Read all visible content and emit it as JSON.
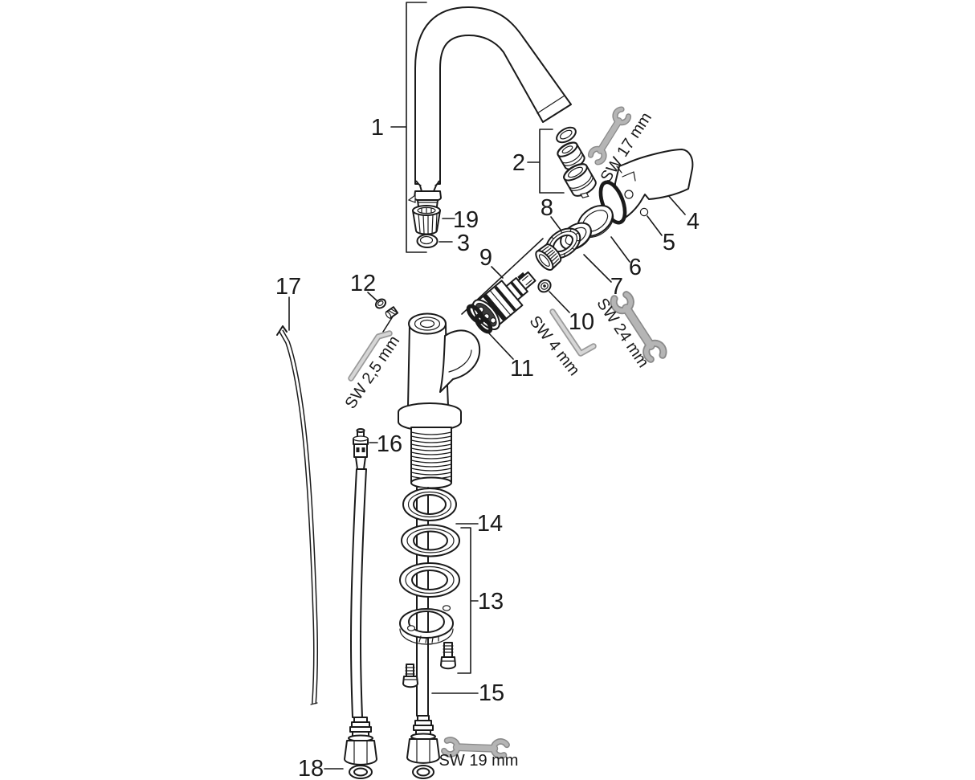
{
  "diagram": {
    "type": "exploded-parts-diagram",
    "background": "#ffffff",
    "line_color": "#1a1a1a",
    "tool_color": "#b5b5b5",
    "part_labels": {
      "p1": "1",
      "p2": "2",
      "p3": "3",
      "p4": "4",
      "p5": "5",
      "p6": "6",
      "p7": "7",
      "p8": "8",
      "p9": "9",
      "p10": "10",
      "p11": "11",
      "p12": "12",
      "p13": "13",
      "p14": "14",
      "p15": "15",
      "p16": "16",
      "p17": "17",
      "p18": "18",
      "p19": "19"
    },
    "tool_labels": {
      "sw17": "SW 17 mm",
      "sw24": "SW 24 mm",
      "sw4": "SW 4 mm",
      "sw2_5": "SW 2,5 mm",
      "sw19": "SW 19 mm"
    }
  }
}
